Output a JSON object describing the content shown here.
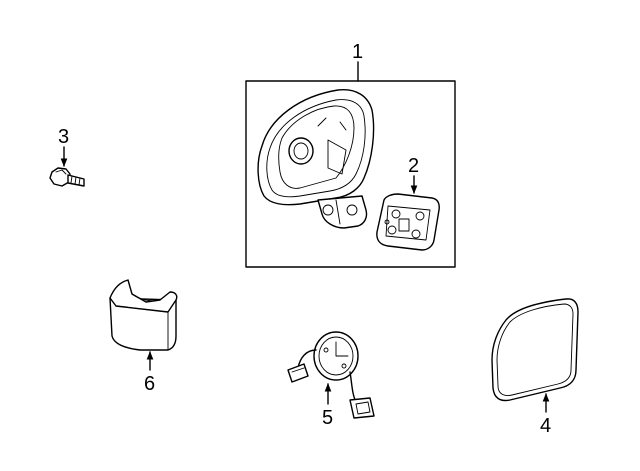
{
  "diagram": {
    "callouts": {
      "c1": "1",
      "c2": "2",
      "c3": "3",
      "c4": "4",
      "c5": "5",
      "c6": "6"
    }
  }
}
